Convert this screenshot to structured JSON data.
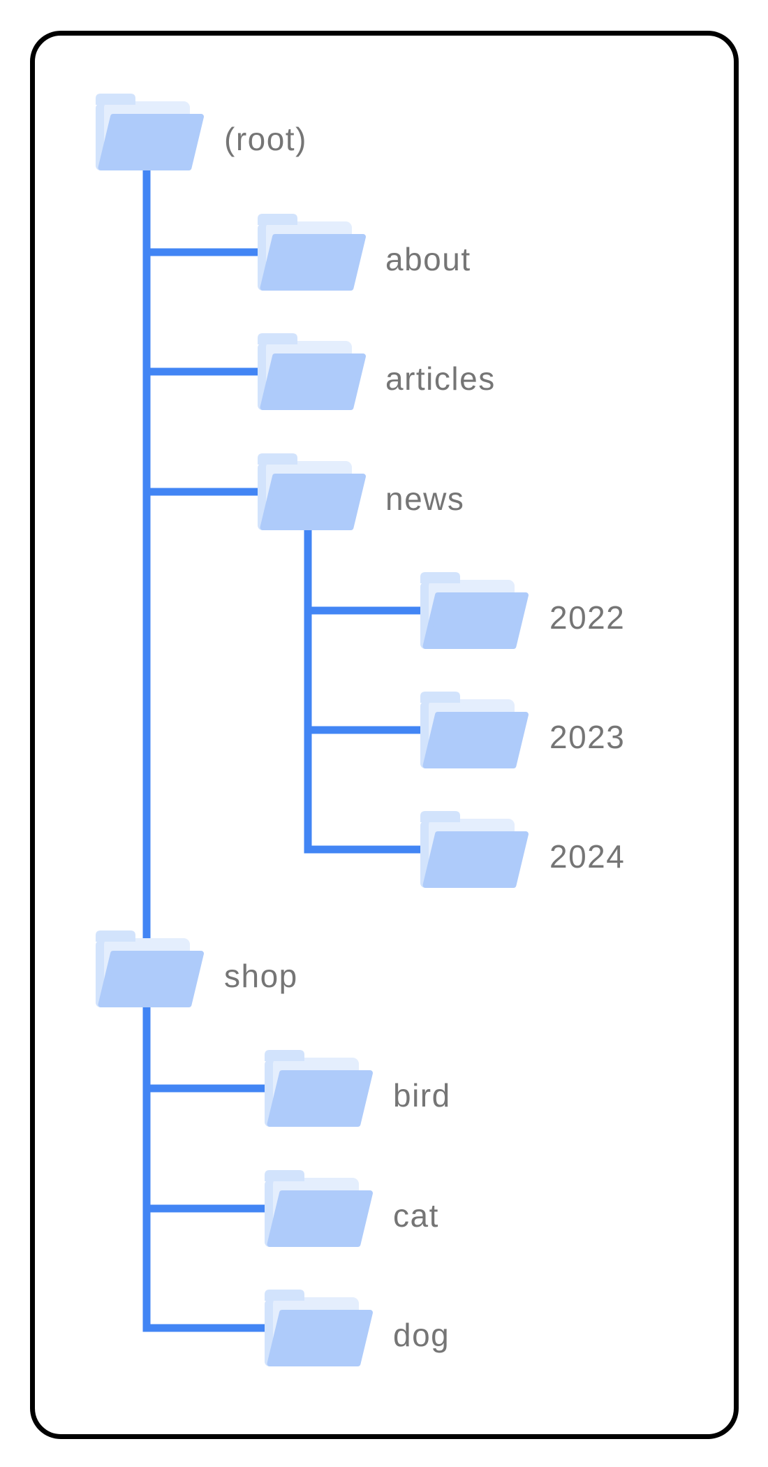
{
  "tree": {
    "nodes": [
      {
        "id": "root",
        "label": "(root)",
        "depth": 0,
        "parent": null
      },
      {
        "id": "about",
        "label": "about",
        "depth": 1,
        "parent": "root"
      },
      {
        "id": "articles",
        "label": "articles",
        "depth": 1,
        "parent": "root"
      },
      {
        "id": "news",
        "label": "news",
        "depth": 1,
        "parent": "root"
      },
      {
        "id": "2022",
        "label": "2022",
        "depth": 2,
        "parent": "news"
      },
      {
        "id": "2023",
        "label": "2023",
        "depth": 2,
        "parent": "news"
      },
      {
        "id": "2024",
        "label": "2024",
        "depth": 2,
        "parent": "news"
      },
      {
        "id": "shop",
        "label": "shop",
        "depth": 0,
        "parent": null
      },
      {
        "id": "bird",
        "label": "bird",
        "depth": 1,
        "parent": "shop"
      },
      {
        "id": "cat",
        "label": "cat",
        "depth": 1,
        "parent": "shop"
      },
      {
        "id": "dog",
        "label": "dog",
        "depth": 1,
        "parent": "shop"
      }
    ],
    "colors": {
      "connector": "#4285f4",
      "folder_front": "#aecbfa",
      "folder_back": "#d2e3fc",
      "folder_flap": "#e4eefd",
      "label_text": "#757575",
      "card_border": "#000000",
      "background": "#ffffff"
    }
  }
}
